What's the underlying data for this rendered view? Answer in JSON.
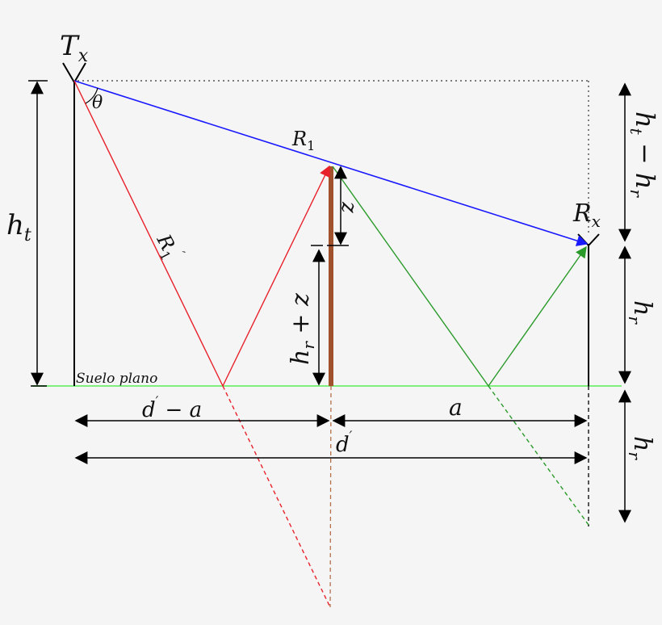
{
  "diagram": {
    "type": "two-ray ground reflection with obstacle (knife edge) geometry",
    "colors": {
      "background": "#f5f5f5",
      "direct_ray": "#1a1aff",
      "reflected_ray_1": "#e8202a",
      "reflected_ray_2": "#2a9a2a",
      "ground": "#7ff07f",
      "obstacle": "#a0522d",
      "dimension": "#000000"
    },
    "labels": {
      "transmitter": {
        "main": "T",
        "sub": "x"
      },
      "receiver": {
        "main": "R",
        "sub": "x"
      },
      "angle": "θ",
      "direct_ray": {
        "main": "R",
        "sub": "1"
      },
      "reflected_ray": {
        "main": "R",
        "sub": "1",
        "prime": "′"
      },
      "ht": {
        "main": "h",
        "sub": "t"
      },
      "ht_minus_hr": {
        "text": "h_t − h_r",
        "a": "h",
        "a_sub": "t",
        "op": " − ",
        "b": "h",
        "b_sub": "r"
      },
      "hr_upper": {
        "main": "h",
        "sub": "r"
      },
      "hr_lower": {
        "main": "h",
        "sub": "r"
      },
      "z": "z",
      "hr_plus_z": {
        "main": "h",
        "sub": "r",
        "rest": " + z"
      },
      "ground": "Suelo plano",
      "d_minus_a": {
        "main": "d",
        "prime": "′",
        "rest": " − a"
      },
      "a": "a",
      "d_prime": {
        "main": "d",
        "prime": "′"
      }
    },
    "elements": [
      "Transmitter antenna Tx at top-left of vertical mast of height h_t",
      "Receiver antenna Rx on mast of height h_r, image extended below ground by h_r (dashed)",
      "Obstacle (brown) of height h_r + z at horizontal distance d′ − a from Tx",
      "Direct ray R1 (blue) from Tx to Rx grazing obstacle top, angle θ to horizontal",
      "Red reflected ray R1′ from Tx to ground then to obstacle top, dashed image path below ground",
      "Green ray from obstacle top reflected off ground to Rx, dashed image path to Rx image",
      "Dotted guide lines from Tx horizontally and down to Rx"
    ]
  }
}
